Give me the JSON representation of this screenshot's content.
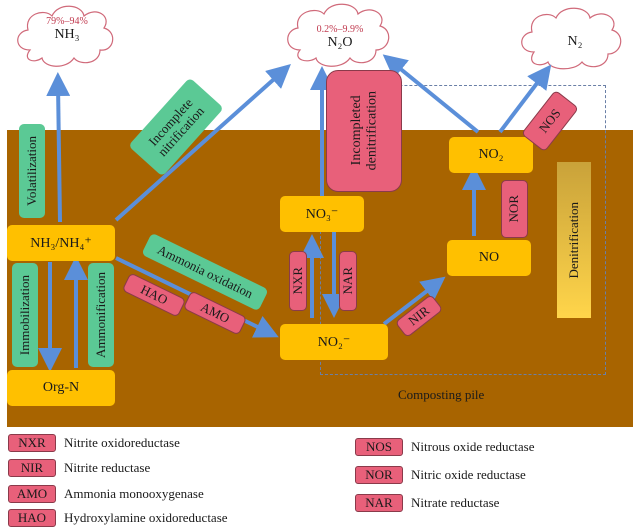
{
  "clouds": {
    "nh3": {
      "percent": "79%–94%",
      "gas": "NH₃"
    },
    "n2o": {
      "percent": "0.2%–9.9%",
      "gas": "N₂O"
    },
    "n2": {
      "gas": "N₂"
    }
  },
  "nodes": {
    "nh3_nh4": "NH₃/NH₄⁺",
    "org_n": "Org-N",
    "no3": "NO₃⁻",
    "no2_minus": "NO₂⁻",
    "no": "NO",
    "no2": "NO₂"
  },
  "processes": {
    "volatilization": "Volatilization",
    "immobilization": "Immobilization",
    "ammonification": "Ammonification",
    "incomplete_nitrification_1": "Incomplete",
    "incomplete_nitrification_2": "nitrification",
    "ammonia_oxidation": "Ammonia oxidation",
    "incompleted_denitrification_1": "Incompleted",
    "incompleted_denitrification_2": "denitrification",
    "denitrification": "Denitrification"
  },
  "enzymes_on_diagram": {
    "hao": "HAO",
    "amo": "AMO",
    "nxr": "NXR",
    "nar": "NAR",
    "nir": "NIR",
    "nor": "NOR",
    "nos": "NOS"
  },
  "pile_label": "Composting pile",
  "legend": {
    "left": [
      {
        "code": "NXR",
        "name": "Nitrite oxidoreductase"
      },
      {
        "code": "NIR",
        "name": "Nitrite reductase"
      },
      {
        "code": "AMO",
        "name": "Ammonia monooxygenase"
      },
      {
        "code": "HAO",
        "name": "Hydroxylamine oxidoreductase"
      }
    ],
    "right": [
      {
        "code": "NOS",
        "name": "Nitrous oxide reductase"
      },
      {
        "code": "NOR",
        "name": "Nitric oxide reductase"
      },
      {
        "code": "NAR",
        "name": "Nitrate reductase"
      }
    ]
  },
  "colors": {
    "pile": "#a86400",
    "compound": "#ffc000",
    "process": "#5bc995",
    "enzyme": "#e8607a",
    "arrow": "#5b8fd9",
    "cloud_outline": "#d06a7a",
    "percent_text": "#c0394e"
  }
}
